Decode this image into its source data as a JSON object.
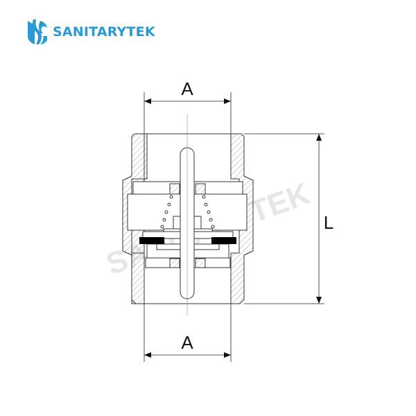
{
  "logo": {
    "brand_name": "SANITARYTEK",
    "brand_color": "#2a9ad6"
  },
  "drawing": {
    "dimension_top": "A",
    "dimension_bottom": "A",
    "dimension_length": "L",
    "watermark": "SANITARYTEK",
    "line_color": "#333333",
    "seal_color": "#000000"
  }
}
